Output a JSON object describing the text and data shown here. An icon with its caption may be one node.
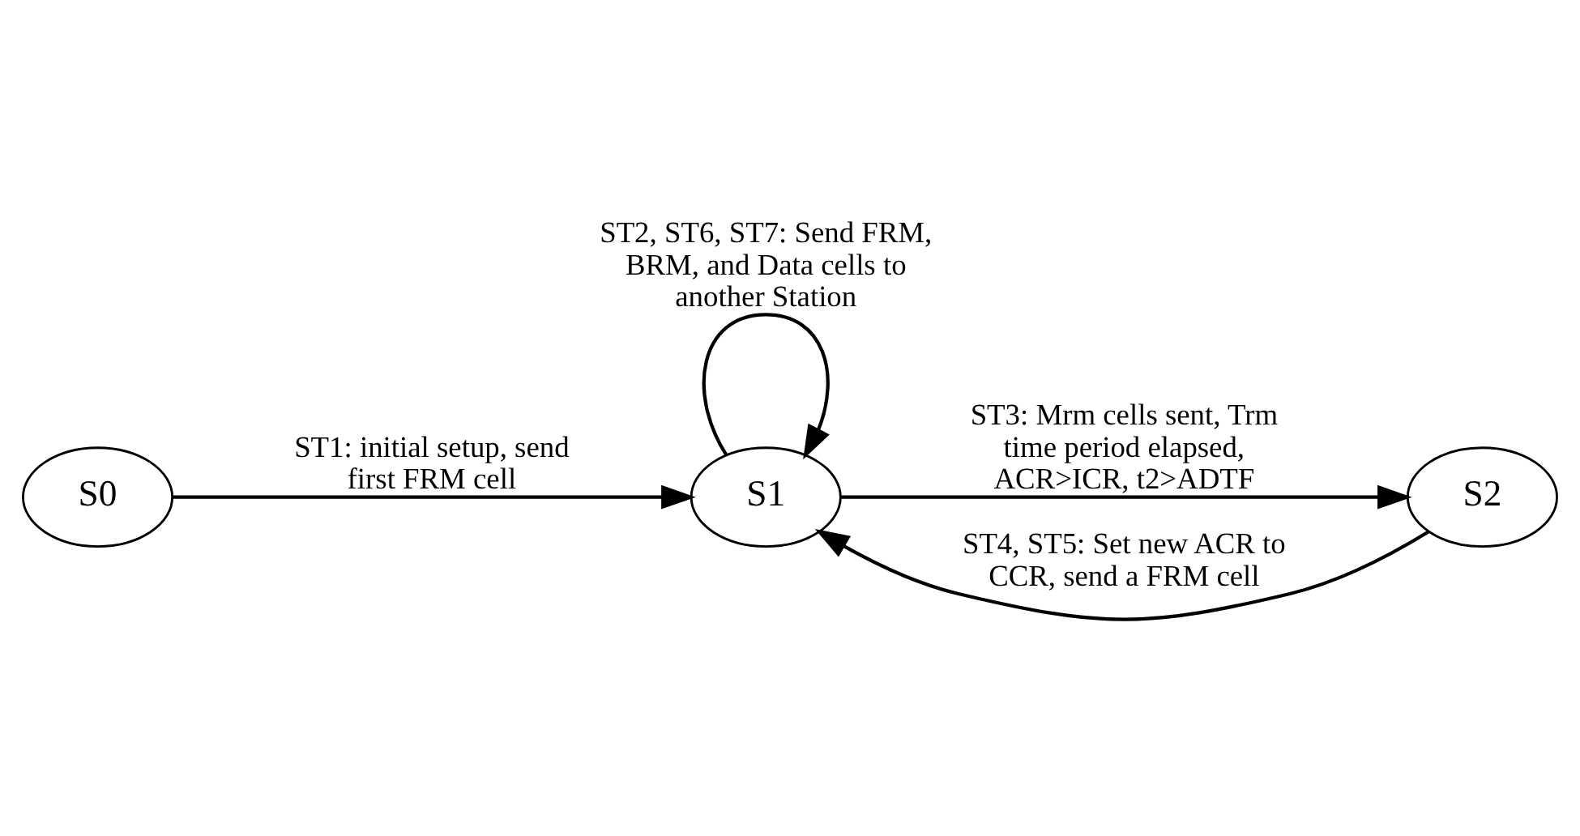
{
  "diagram": {
    "nodes": [
      {
        "text": [
          "S0"
        ]
      },
      {
        "text": [
          "S1"
        ]
      },
      {
        "text": [
          "S2"
        ]
      }
    ],
    "edges": [
      {
        "from": 0,
        "to": 1,
        "arrow": "to",
        "label": "ST1: initial setup, send first FRM cell"
      },
      {
        "from": 1,
        "to": 2,
        "arrow": "to",
        "label": "ST3: Mrm cells sent, Trm time period elapsed, ACR>ICR, t2>ADTF"
      },
      {
        "from": 1,
        "to": 1,
        "arrow": "to",
        "label": "ST2, ST6, ST7: Send FRM, BRM, and Data cells to another Station"
      },
      {
        "from": 2,
        "to": 1,
        "arrow": "to",
        "label": "ST4, ST5: Set new ACR to CCR, send a FRM cell"
      }
    ]
  }
}
